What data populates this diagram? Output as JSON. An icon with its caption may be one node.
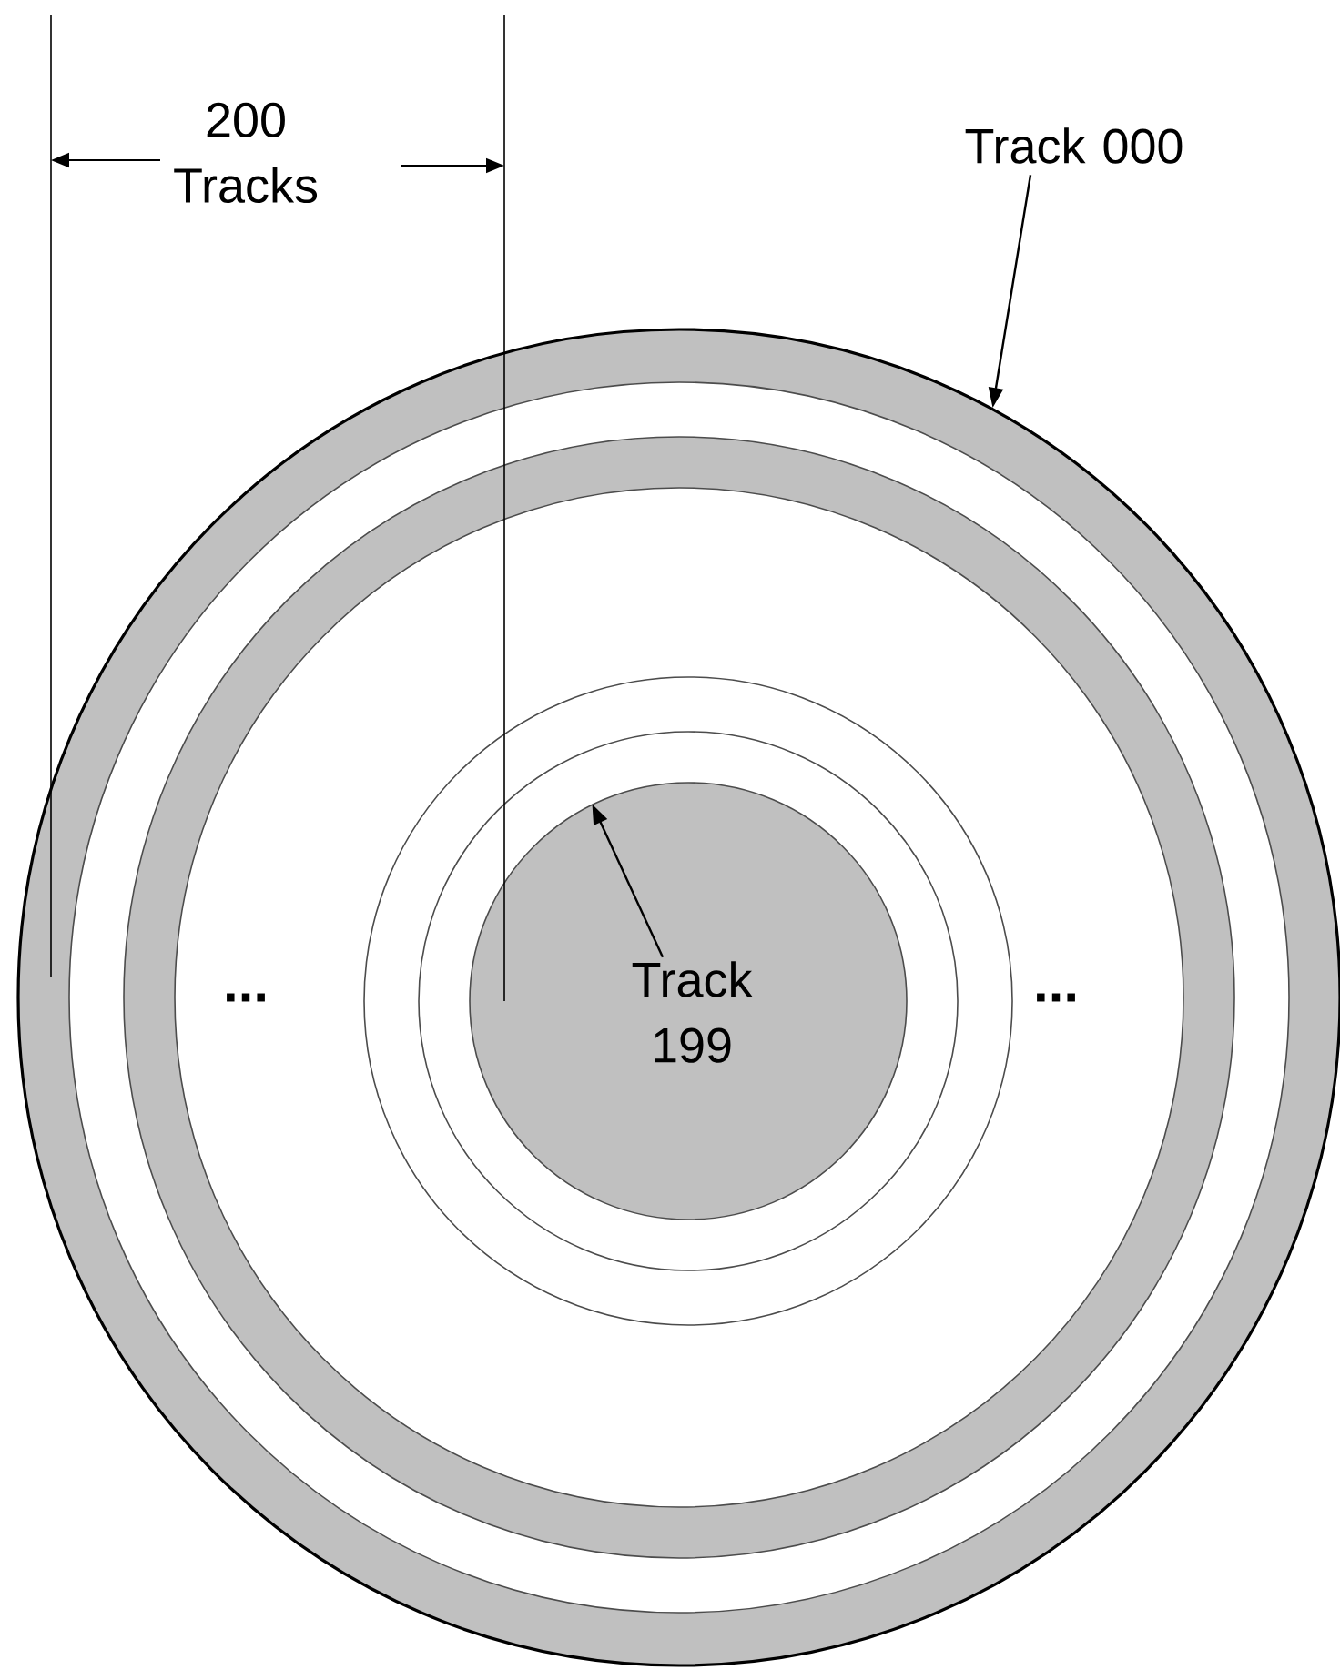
{
  "diagram": {
    "nodes": [
      {
        "text": [
          "Track 000"
        ]
      },
      {
        "text": [],
        "shape": "circle"
      },
      {
        "text": [],
        "shape": "circle",
        "in": 1
      },
      {
        "text": [
          "Track 199"
        ],
        "in": 2
      }
    ],
    "edges": [
      {
        "from": 0,
        "to": 1,
        "arrow": "to"
      },
      {
        "from": 3,
        "to": 2,
        "arrow": "to"
      }
    ],
    "labels": [
      "200 Tracks",
      "...",
      "..."
    ]
  }
}
